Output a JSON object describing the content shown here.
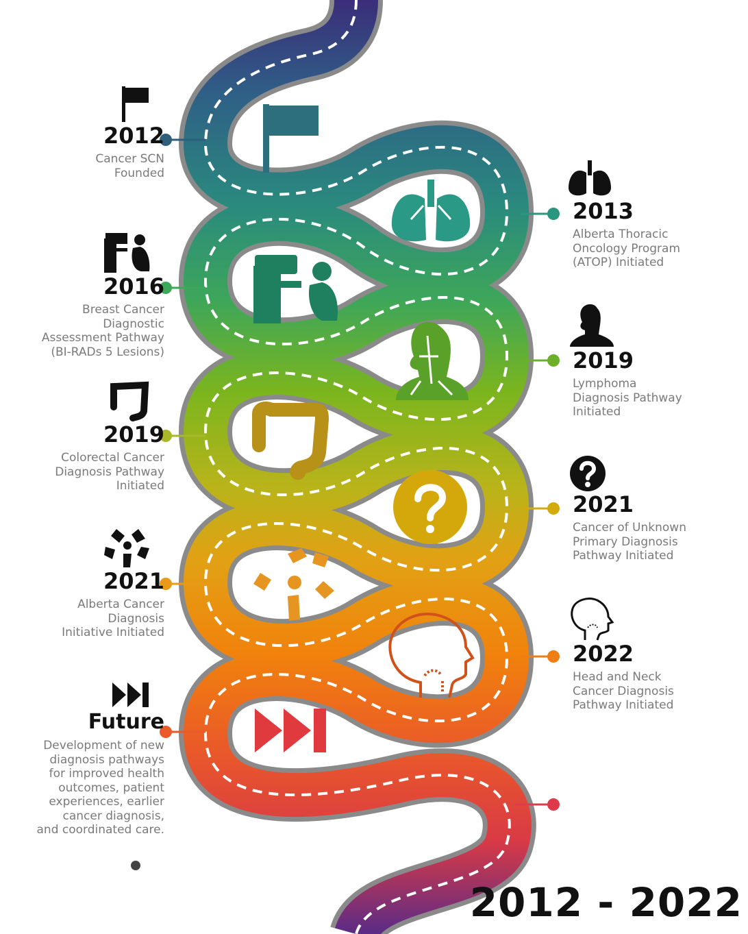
{
  "title_range": "2012 - 2022",
  "colors": {
    "road_edge": "#8a8a8a",
    "dash": "#ffffff",
    "road_gradient": [
      "#3b2d7a",
      "#2f5f86",
      "#2a8a7e",
      "#3da65a",
      "#7bb51e",
      "#b8b41a",
      "#e2a114",
      "#f1820c",
      "#ea5a28",
      "#d93a45",
      "#5a2b87"
    ]
  },
  "milestones": [
    {
      "id": "m2012",
      "side": "left",
      "year": "2012",
      "text": "Cancer SCN\nFounded",
      "icon": "flag-icon",
      "dot_color": "#2f5f7a"
    },
    {
      "id": "m2013",
      "side": "right",
      "year": "2013",
      "text": "Alberta Thoracic\nOncology Program\n(ATOP) Initiated",
      "icon": "lungs-icon",
      "dot_color": "#2a9680"
    },
    {
      "id": "m2016",
      "side": "left",
      "year": "2016",
      "text": "Breast Cancer\nDiagnostic\nAssessment Pathway\n(BI-RADs 5 Lesions)",
      "icon": "mammography-icon",
      "dot_color": "#3da85a"
    },
    {
      "id": "m2019a",
      "side": "right",
      "year": "2019",
      "text": "Lymphoma\nDiagnosis Pathway\nInitiated",
      "icon": "lymphatic-icon",
      "dot_color": "#6cb02a"
    },
    {
      "id": "m2019b",
      "side": "left",
      "year": "2019",
      "text": "Colorectal Cancer\nDiagnosis Pathway\nInitiated",
      "icon": "colon-icon",
      "dot_color": "#a8b828"
    },
    {
      "id": "m2021a",
      "side": "right",
      "year": "2021",
      "text": "Cancer of Unknown\nPrimary Diagnosis\nPathway Initiated",
      "icon": "question-icon",
      "dot_color": "#d4ab0c"
    },
    {
      "id": "m2021b",
      "side": "left",
      "year": "2021",
      "text": "Alberta Cancer\nDiagnosis\nInitiative Initiated",
      "icon": "hands-icon",
      "dot_color": "#e89a18"
    },
    {
      "id": "m2022",
      "side": "right",
      "year": "2022",
      "text": "Head and Neck\nCancer Diagnosis\nPathway Initiated",
      "icon": "head-icon",
      "dot_color": "#f07d14"
    },
    {
      "id": "mfuture",
      "side": "left",
      "year": "Future",
      "text": "Development of new\ndiagnosis pathways\nfor improved health\noutcomes, patient\nexperiences, earlier\ncancer diagnosis,\nand coordinated care.",
      "icon": "fast-forward-icon",
      "dot_color": "#ea5a2a"
    }
  ],
  "center_icons": [
    {
      "name": "flag-icon",
      "color": "#2e6f7e"
    },
    {
      "name": "lungs-icon",
      "color": "#2a9a86"
    },
    {
      "name": "mammography-icon",
      "color": "#1f8060"
    },
    {
      "name": "lymphatic-icon",
      "color": "#5aa12a"
    },
    {
      "name": "colon-icon",
      "color": "#b89218"
    },
    {
      "name": "question-icon",
      "color": "#d4a80a"
    },
    {
      "name": "hands-icon",
      "color": "#e69520"
    },
    {
      "name": "head-icon",
      "color": "#d0521a"
    },
    {
      "name": "fast-forward-icon",
      "color": "#e03a3e"
    }
  ]
}
